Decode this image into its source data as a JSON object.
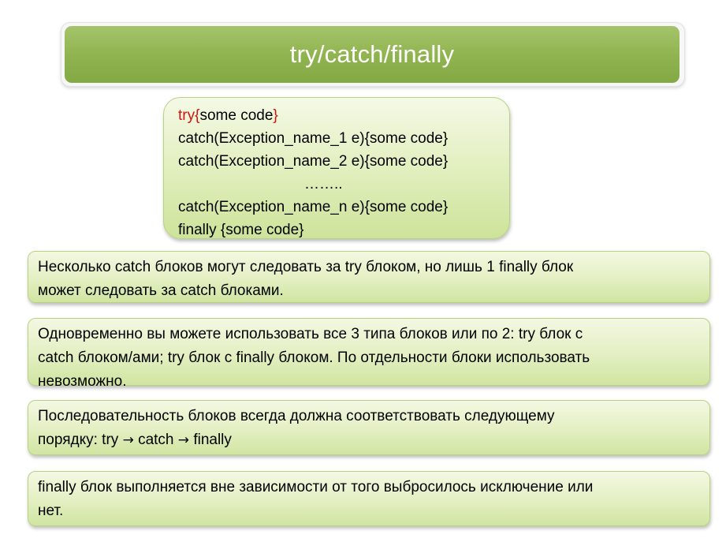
{
  "title": "try/catch/finally",
  "code": {
    "line1_kw": "try",
    "line1_open": "{",
    "line1_body": "some code",
    "line1_close": "}",
    "line2": "catch(Exception_name_1 e){some code}",
    "line3": "catch(Exception_name_2 e){some code}",
    "line4": "……..",
    "line5": "catch(Exception_name_n e){some code}",
    "line6": "finally {some code}"
  },
  "info": [
    {
      "line1": "Несколько catch блоков могут следовать за  try блоком, но лишь 1 finally блок",
      "line2": "может следовать за  catch блоками."
    },
    {
      "line1": "Одновременно вы можете использовать все 3 типа блоков или по 2: try блок с",
      "line2": "catch блоком/ами; try блок с finally блоком. По отдельности блоки использовать",
      "line3": "невозможно."
    },
    {
      "line1": "Последовательность блоков всегда должна соответствовать следующему",
      "line2_a": "порядку: try ",
      "arrow": "→",
      "line2_b": " catch ",
      "line2_c": " finally"
    },
    {
      "line1": "finally блок выполняется вне зависимости от того выбросилось исключение или",
      "line2": "нет."
    }
  ],
  "colors": {
    "title_bg": "#8fb34e",
    "box_bg": "#e3efc2",
    "keyword_red": "#d0150f"
  }
}
